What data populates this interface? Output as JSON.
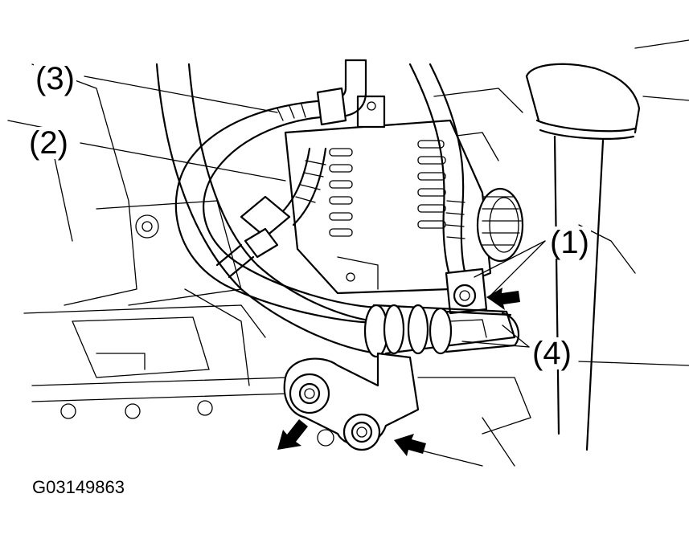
{
  "figure": {
    "callouts": {
      "c1": "(1)",
      "c2": "(2)",
      "c3": "(3)",
      "c4": "(4)"
    },
    "figure_id": "G03149863"
  }
}
